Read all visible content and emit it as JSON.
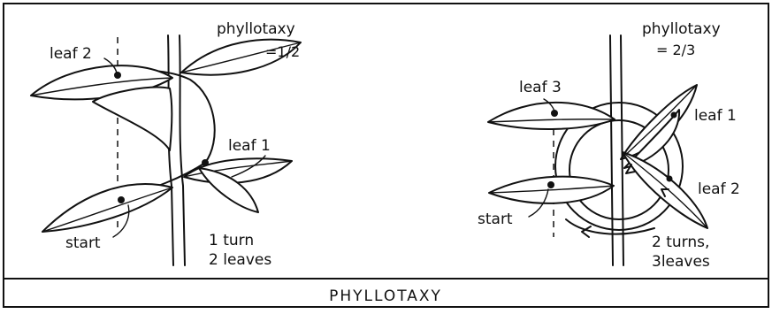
{
  "caption": "PHYLLOTAXY",
  "left": {
    "title": "phyllotaxy",
    "ratio": "=1/2",
    "leaf_a": "leaf 2",
    "leaf_b": "leaf 1",
    "start": "start",
    "summary_line1": "1 turn",
    "summary_line2": "2 leaves"
  },
  "right": {
    "title": "phyllotaxy",
    "ratio": "= 2/3",
    "leaf_a": "leaf 3",
    "leaf_b": "leaf 1",
    "leaf_c": "leaf 2",
    "start": "start",
    "summary_line1": "2 turns,",
    "summary_line2": "3leaves"
  }
}
